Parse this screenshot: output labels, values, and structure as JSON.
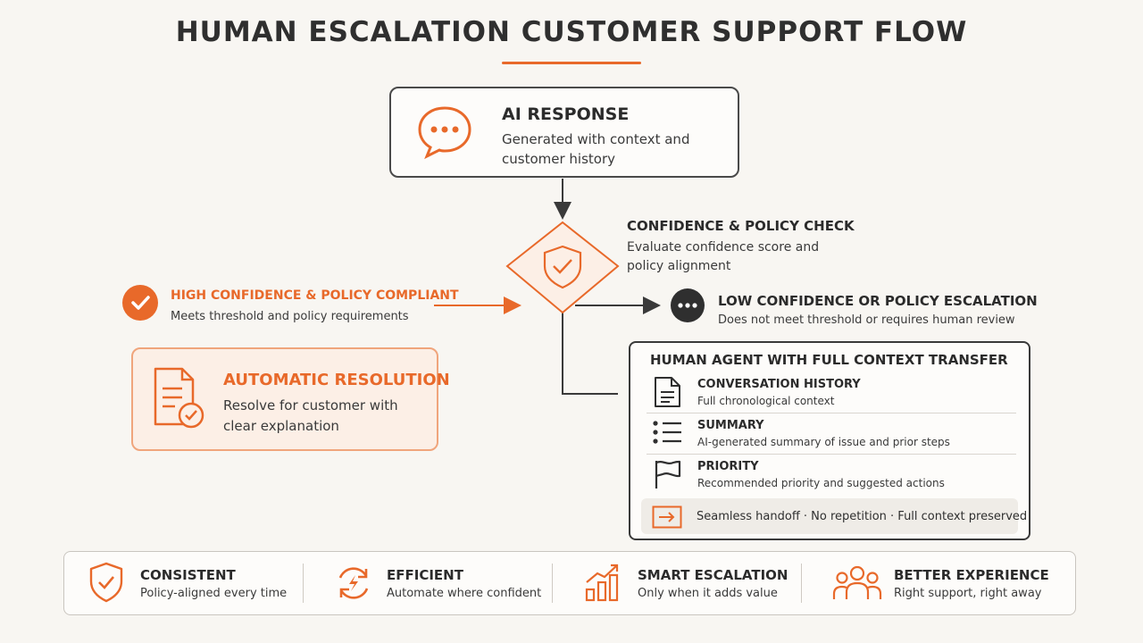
{
  "title": "HUMAN ESCALATION CUSTOMER SUPPORT FLOW",
  "ai_response": {
    "title": "AI RESPONSE",
    "desc": "Generated with context and customer history",
    "icon": "speech-bubble-icon"
  },
  "check": {
    "title": "CONFIDENCE & POLICY CHECK",
    "desc": "Evaluate confidence score and policy alignment",
    "icon": "shield-check-icon"
  },
  "high": {
    "title": "HIGH CONFIDENCE & POLICY COMPLIANT",
    "desc": "Meets threshold and policy requirements",
    "icon": "check-circle-icon"
  },
  "auto": {
    "title": "AUTOMATIC RESOLUTION",
    "desc": "Resolve for customer with clear explanation",
    "icon": "document-check-icon"
  },
  "low": {
    "title": "LOW CONFIDENCE OR POLICY ESCALATION",
    "desc": "Does not meet threshold or requires human review",
    "icon": "more-dots-icon"
  },
  "human": {
    "title": "HUMAN AGENT WITH FULL CONTEXT TRANSFER",
    "rows": [
      {
        "title": "CONVERSATION HISTORY",
        "desc": "Full chronological context",
        "icon": "document-icon"
      },
      {
        "title": "SUMMARY",
        "desc": "AI-generated summary of issue and prior steps",
        "icon": "list-icon"
      },
      {
        "title": "PRIORITY",
        "desc": "Recommended priority and suggested actions",
        "icon": "flag-icon"
      }
    ],
    "handoff": "Seamless handoff · No repetition · Full context preserved",
    "handoff_icon": "arrow-right-box-icon"
  },
  "benefits": [
    {
      "title": "CONSISTENT",
      "desc": "Policy-aligned every time",
      "icon": "shield-check-icon"
    },
    {
      "title": "EFFICIENT",
      "desc": "Automate where confident",
      "icon": "refresh-bolt-icon"
    },
    {
      "title": "SMART ESCALATION",
      "desc": "Only when it adds value",
      "icon": "bar-chart-up-icon"
    },
    {
      "title": "BETTER EXPERIENCE",
      "desc": "Right support, right away",
      "icon": "people-icon"
    }
  ],
  "colors": {
    "accent": "#e8692a",
    "dark": "#2f2f2f",
    "background": "#f8f6f2"
  }
}
